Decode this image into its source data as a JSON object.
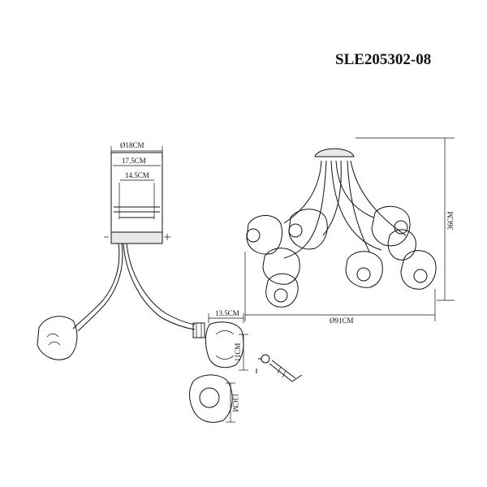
{
  "model_number": "SLE205302-08",
  "dimensions": {
    "canopy_outer": "Ø18CM",
    "canopy_mid": "17.5CM",
    "canopy_inner": "14.5CM",
    "overall_height": "36CM",
    "overall_diameter": "Ø91CM",
    "shade_width": "13.5CM",
    "shade_height": "11CM",
    "shade_depth": "13CM"
  },
  "colors": {
    "line": "#111111",
    "background": "#ffffff"
  }
}
